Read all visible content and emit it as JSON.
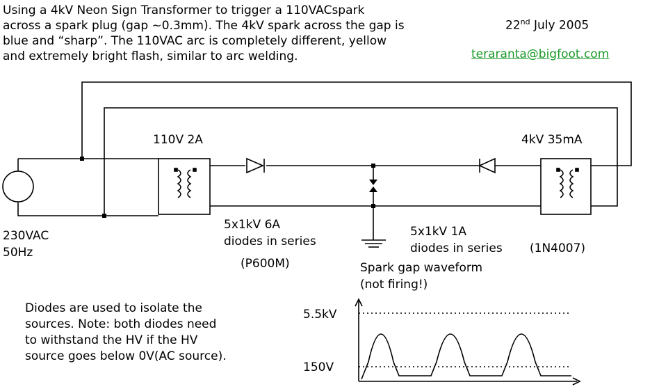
{
  "description": [
    "Using a 4kV Neon Sign Transformer to trigger a 110VACspark",
    "across a spark plug (gap ~0.3mm). The 4kV spark across the gap is",
    "blue and “sharp”. The 110VAC arc is completely different, yellow",
    "and extremely bright flash, similar to arc welding."
  ],
  "date": {
    "day": "22",
    "suffix": "nd",
    "rest": " July 2005"
  },
  "email": "teraranta@bigfoot.com",
  "labels": {
    "source_voltage": "230VAC",
    "source_freq": "50Hz",
    "transformer_left": "110V 2A",
    "transformer_right": "4kV 35mA",
    "diodes_left_line1": "5x1kV 6A",
    "diodes_left_line2": "diodes in series",
    "diodes_left_part": "(P600M)",
    "diodes_right_line1": "5x1kV 1A",
    "diodes_right_line2": "diodes in series",
    "diodes_right_part": "(1N4007)",
    "waveform_title_line1": "Spark gap waveform",
    "waveform_title_line2": "(not firing!)",
    "wave_high": "5.5kV",
    "wave_low": "150V"
  },
  "note": [
    "Diodes are used to isolate the",
    "sources. Note: both diodes need",
    "to withstand the HV if the HV",
    "source goes below 0V(AC source)."
  ],
  "colors": {
    "ink": "#000000",
    "email": "#1a9a28"
  }
}
